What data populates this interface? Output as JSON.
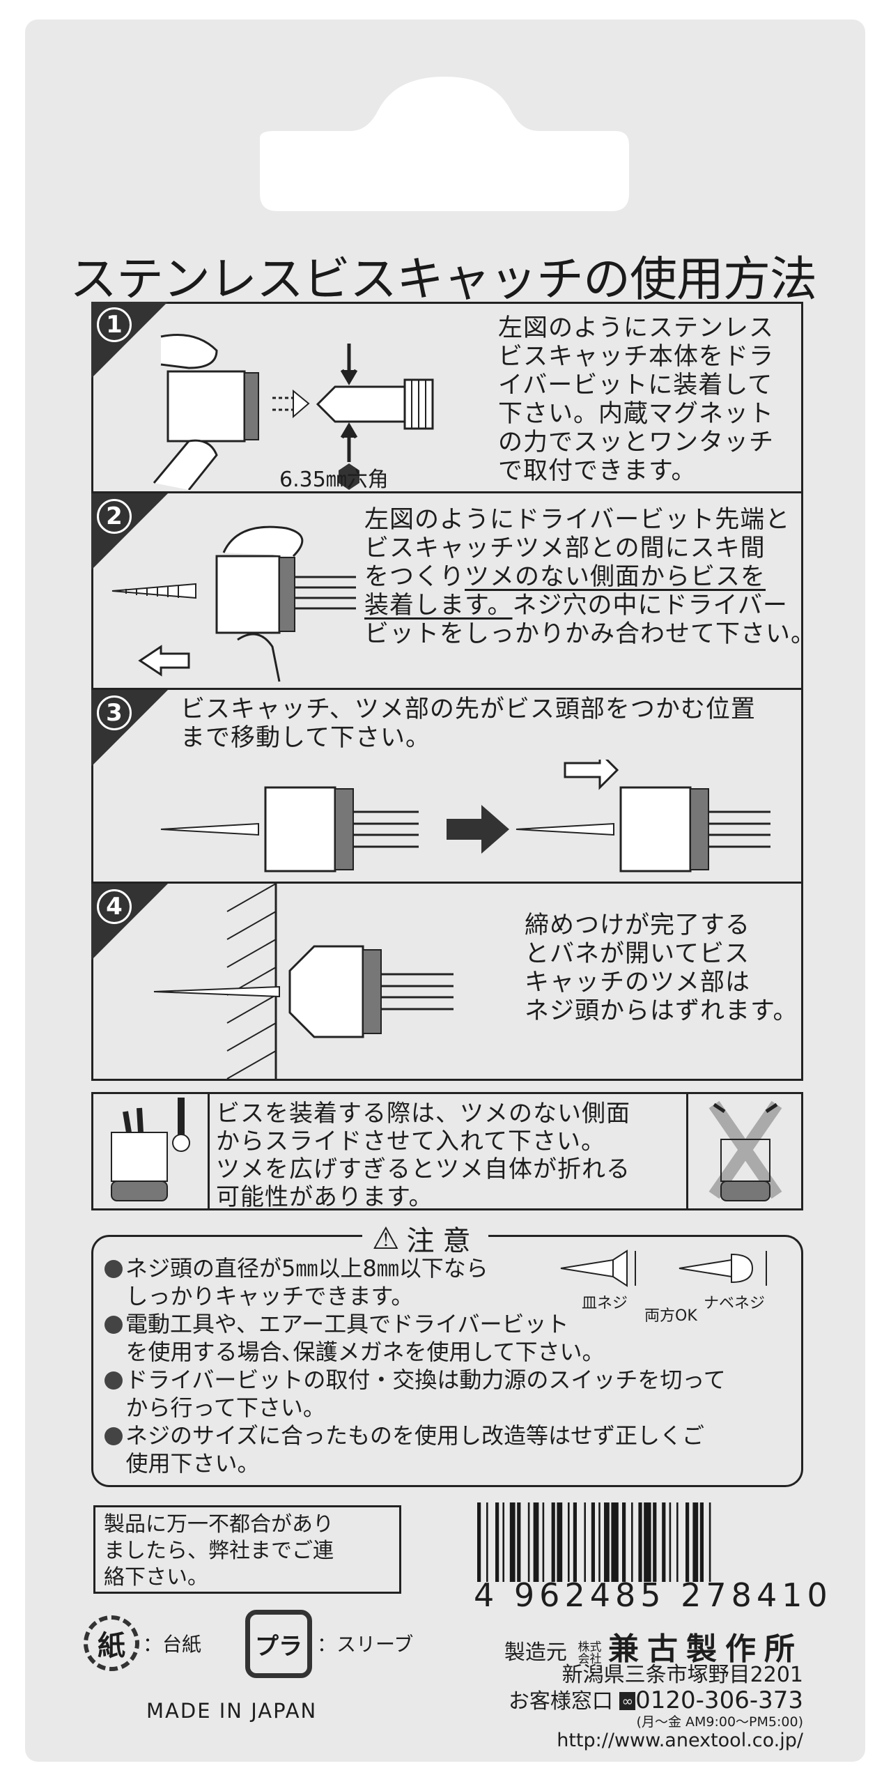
{
  "title": "ステンレスビスキャッチの使用方法",
  "steps": [
    {
      "number": "1",
      "lines": [
        "左図のようにステンレス",
        "ビスキャッチ本体をドラ",
        "イバービットに装着して",
        "下さい。内蔵マグネット",
        "の力でスッとワンタッチ",
        "で取付できます。"
      ],
      "figure_label": "6.35㎜六角"
    },
    {
      "number": "2",
      "lines": [
        "左図のようにドライバービット先端と",
        "ビスキャッチツメ部との間にスキ間",
        "をつくり",
        "ツメのない側面からビスを",
        "装着します。",
        "ネジ穴の中にドライバー",
        "ビットをしっかりかみ合わせて下さい。"
      ]
    },
    {
      "number": "3",
      "lines": [
        "ビスキャッチ、ツメ部の先がビス頭部をつかむ位置",
        "まで移動して下さい。"
      ]
    },
    {
      "number": "4",
      "lines": [
        "締めつけが完了する",
        "とバネが開いてビス",
        "キャッチのツメ部は",
        "ネジ頭からはずれます。"
      ]
    }
  ],
  "warning": {
    "lines": [
      "ビスを装着する際は、ツメのない側面",
      "からスライドさせて入れて下さい。",
      "ツメを広げすぎるとツメ自体が折れる",
      "可能性があります。"
    ]
  },
  "caution": {
    "title": "注意",
    "items": [
      [
        "ネジ頭の直径が5㎜以上8㎜以下なら",
        "しっかりキャッチできます。"
      ],
      [
        "電動工具や、エアー工具でドライバービット",
        "を使用する場合､保護メガネを使用して下さい。"
      ],
      [
        "ドライバービットの取付・交換は動力源のスイッチを切って",
        "から行って下さい。"
      ],
      [
        "ネジのサイズに合ったものを使用し改造等はせず正しくご",
        "使用下さい。"
      ]
    ],
    "screw_labels": {
      "flat": "皿ネジ",
      "pan": "ナベネジ",
      "both": "両方OK"
    }
  },
  "notice": {
    "lines": [
      "製品に万一不都合があり",
      "ましたら、弊社までご連",
      "絡下さい。"
    ]
  },
  "recycle": {
    "paper_mark": "紙",
    "paper_label": "：台紙",
    "plastic_mark": "プラ",
    "plastic_label": "：スリーブ"
  },
  "made_in": "MADE IN JAPAN",
  "barcode": {
    "digits_first": "4",
    "digits_left": "962485",
    "digits_right": "278410"
  },
  "manufacturer": {
    "prefix": "製造元",
    "company_type": "株式会社",
    "name": "兼古製作所",
    "address": "新潟県三条市塚野目2201",
    "support_label": "お客様窓口",
    "phone": "0120-306-373",
    "hours": "(月～金 AM9:00～PM5:00)",
    "url": "http://www.anextool.co.jp/"
  },
  "colors": {
    "card": "#e9e9ea",
    "ink": "#1d1d1d"
  }
}
